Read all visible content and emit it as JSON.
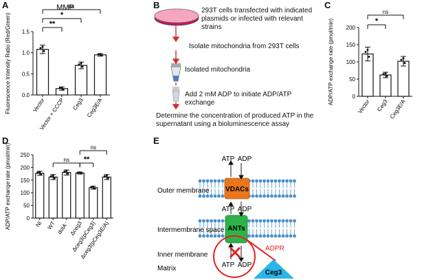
{
  "panels": {
    "A": {
      "label": "A",
      "title": "MMP"
    },
    "B": {
      "label": "B"
    },
    "C": {
      "label": "C"
    },
    "D": {
      "label": "D"
    },
    "E": {
      "label": "E"
    }
  },
  "chart_data": [
    {
      "id": "A",
      "type": "bar",
      "title": "MMP",
      "ylabel": "Fluorescence Intensity Ratio (Red/Green)",
      "ylim": [
        0,
        1.5
      ],
      "yticks": [
        "0.0",
        "0.5",
        "1.0",
        "1.5"
      ],
      "categories": [
        "Vector",
        "Vector + CCCP",
        "Ceg3",
        "Ceg3E/A"
      ],
      "values": [
        1.08,
        0.15,
        0.7,
        0.95
      ],
      "errors": [
        0.1,
        0.04,
        0.08,
        0.03
      ],
      "significance": [
        "**",
        "*",
        "ns"
      ]
    },
    {
      "id": "C",
      "type": "bar",
      "ylabel": "ADP/ATP exchange rate (pmol/min)",
      "ylim": [
        0,
        200
      ],
      "yticks": [
        "0",
        "50",
        "100",
        "150",
        "200"
      ],
      "categories": [
        "Vector",
        "Ceg3",
        "Ceg3E/A"
      ],
      "values": [
        123,
        62,
        102
      ],
      "errors": [
        20,
        8,
        14
      ],
      "significance": [
        "*",
        "ns"
      ]
    },
    {
      "id": "D",
      "type": "bar",
      "ylabel": "ADP/ATP exchange rate (pmol/min)",
      "ylim": [
        0,
        250
      ],
      "yticks": [
        "0",
        "50",
        "100",
        "150",
        "200",
        "250"
      ],
      "categories": [
        "NI",
        "WT",
        "dotA⁻",
        "Δceg3",
        "Δceg3(pCeg3)",
        "Δceg3(pCeg3E/A)"
      ],
      "values": [
        177,
        162,
        180,
        178,
        120,
        162
      ],
      "errors": [
        8,
        10,
        10,
        4,
        6,
        10
      ],
      "significance": [
        "ns",
        "**",
        "ns"
      ]
    }
  ],
  "flow": {
    "step1": "293T cells transfected with indicated plasmids or infected with relevant strains",
    "step2": "Isolate mitochondria from 293T cells",
    "step3": "Isolated mitochondria",
    "step4": "Add 2 mM ADP to initiate ADP/ATP exchange",
    "step5": "Determine the concentration of produced ATP in the supernatant using a bioluminescence assay"
  },
  "diagram": {
    "outer_membrane": "Outer membrane",
    "intermembrane": "Intermembrane space",
    "inner_membrane": "Inner membrane",
    "matrix": "Matrix",
    "vdacs": "VDACs",
    "ants": "ANTs",
    "adpr": "ADPR",
    "ceg3": "Ceg3",
    "atp": "ATP",
    "adp": "ADP",
    "colors": {
      "vdac": "#e8761c",
      "ant": "#2db34a",
      "ceg3": "#29b6e8",
      "red": "#e02020",
      "lipid": "#4a90c8"
    }
  }
}
